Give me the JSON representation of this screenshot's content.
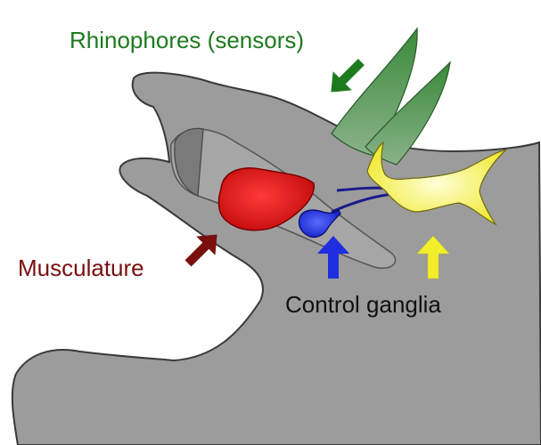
{
  "labels": {
    "rhinophores": "Rhinophores (sensors)",
    "musculature": "Musculature",
    "control_ganglia": "Control ganglia"
  },
  "colors": {
    "rhinophores": "#1e7a1e",
    "musculature": "#7a0f0f",
    "control_ganglia": "#111111",
    "body": "#9c9c9c",
    "body_outline": "#3a3a3a",
    "muscle": "#e01616",
    "left_ganglion": "#1f2fe0",
    "right_ganglion": "#f2ee2a",
    "nerve": "#1a1a8a",
    "arrow_green": "#1e7a1e",
    "arrow_red": "#7a0f0f",
    "arrow_blue": "#1f2fe0",
    "arrow_yellow": "#f2ee2a"
  },
  "icons": {
    "rhinophore_arrow": "arrow-down-right-icon",
    "muscle_arrow": "arrow-up-right-icon",
    "blue_arrow": "arrow-up-icon",
    "yellow_arrow": "arrow-up-icon"
  }
}
